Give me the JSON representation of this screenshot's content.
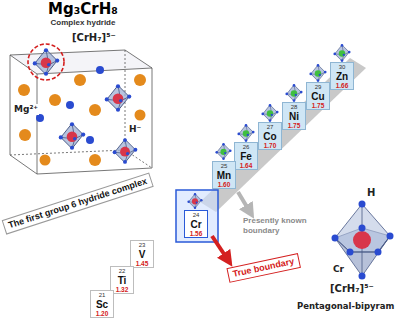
{
  "diagram": {
    "nodes": [
      {
        "text": [
          "Mg₃CrH₈",
          "Complex hydride"
        ]
      },
      {
        "text": [
          "30",
          "Zn",
          "1.66"
        ]
      },
      {
        "text": [
          "29",
          "Cu",
          "1.75"
        ]
      },
      {
        "text": [
          "28",
          "Ni",
          "1.75"
        ]
      },
      {
        "text": [
          "27",
          "Co",
          "1.70"
        ]
      },
      {
        "text": [
          "26",
          "Fe",
          "1.64"
        ]
      },
      {
        "text": [
          "25",
          "Mn",
          "1.60"
        ]
      },
      {
        "text": [
          "24",
          "Cr",
          "1.56"
        ]
      },
      {
        "text": [
          "23",
          "V",
          "1.45"
        ]
      },
      {
        "text": [
          "22",
          "Ti",
          "1.32"
        ]
      },
      {
        "text": [
          "21",
          "Sc",
          "1.20"
        ]
      },
      {
        "text": [
          "The first group 6 hydride complex"
        ]
      },
      {
        "text": [
          "True boundary"
        ]
      }
    ],
    "labels": [
      "[CrH₇]⁵⁻",
      "Mg²⁺",
      "H⁻",
      "Presently known boundary",
      "H",
      "Cr",
      "[CrH₇]⁵⁻",
      "Pentagonal-bipyram"
    ]
  }
}
